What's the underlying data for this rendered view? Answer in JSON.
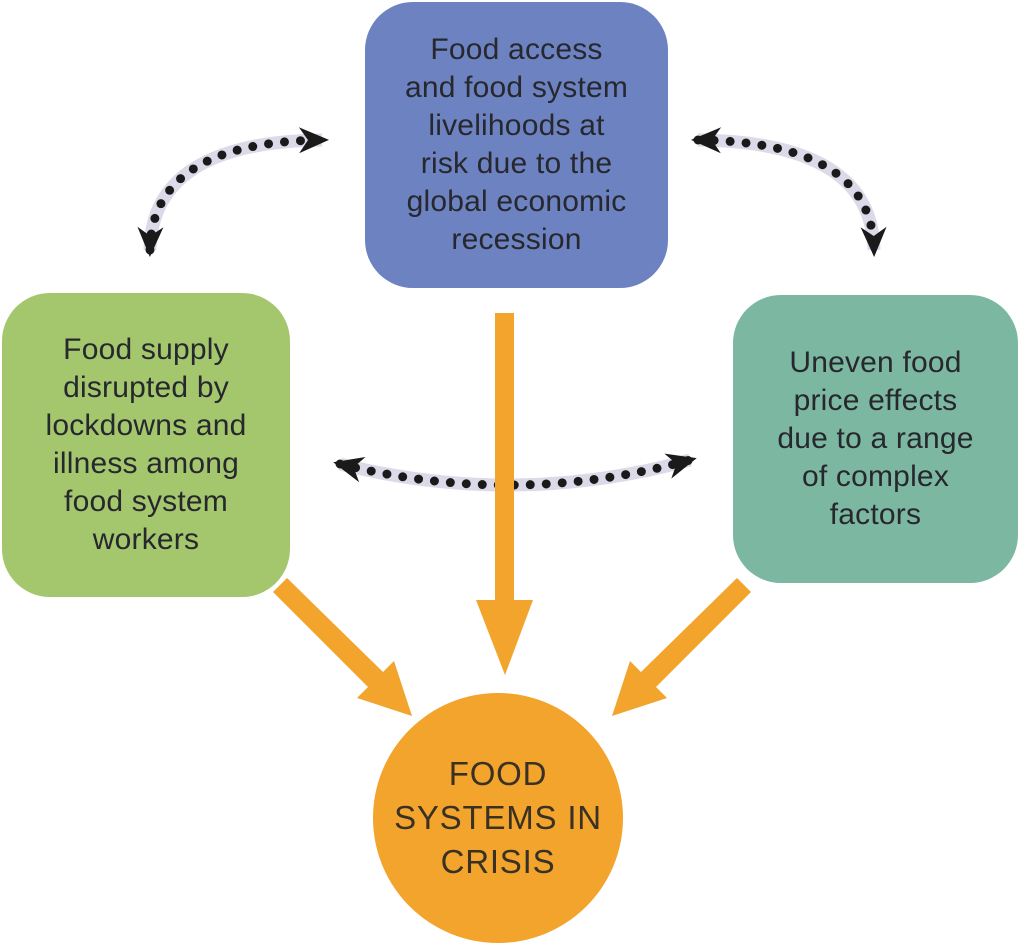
{
  "diagram": {
    "type": "concept-diagram",
    "topic": "Food systems in crisis",
    "nodes": {
      "top": {
        "shape": "rounded-rect",
        "fill": "#6d82c1",
        "lines": [
          "Food access",
          "and food system",
          "livelihoods at",
          "risk due to the",
          "global economic",
          "recession"
        ]
      },
      "left": {
        "shape": "rounded-rect",
        "fill": "#a4c76d",
        "lines": [
          "Food supply",
          "disrupted by",
          "lockdowns and",
          "illness among",
          "food system",
          "workers"
        ]
      },
      "right": {
        "shape": "rounded-rect",
        "fill": "#7cb8a1",
        "lines": [
          "Uneven food",
          "price effects",
          "due to a range",
          "of complex",
          "factors"
        ]
      },
      "center": {
        "shape": "circle",
        "fill": "#f2a42c",
        "lines": [
          "FOOD",
          "SYSTEMS IN",
          "CRISIS"
        ]
      }
    },
    "connectors": [
      {
        "name": "left-top",
        "type": "dotted-curved-arrow",
        "bidirectional": true
      },
      {
        "name": "top-right",
        "type": "dotted-curved-arrow",
        "bidirectional": true
      },
      {
        "name": "left-right",
        "type": "dotted-curved-arrow",
        "bidirectional": true
      },
      {
        "name": "top-to-center",
        "type": "solid-arrow"
      },
      {
        "name": "left-to-center",
        "type": "solid-arrow"
      },
      {
        "name": "right-to-center",
        "type": "solid-arrow"
      }
    ],
    "colors": {
      "node_blue": "#6d82c1",
      "node_green": "#a4c76d",
      "node_teal": "#7cb8a1",
      "node_orange": "#f2a42c",
      "solid_arrow": "#f2a42c",
      "dotted_band": "#dcd9e8",
      "dots_and_heads": "#1a1a1a",
      "box_text": "#27272e",
      "circle_text": "#3a3125",
      "background": "#ffffff"
    }
  }
}
